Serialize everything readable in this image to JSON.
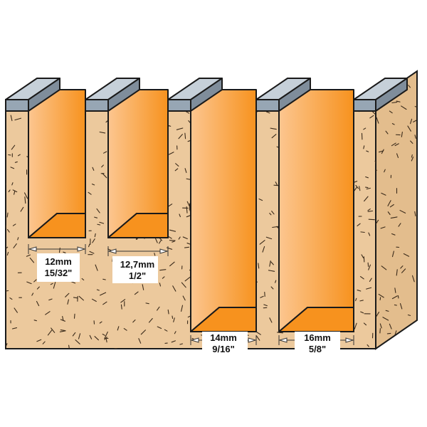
{
  "colors": {
    "wood": "#ecc99d",
    "wood_dark": "#d7ae7a",
    "speck": "#3a2a1a",
    "cap_front": "#97a6b4",
    "cap_top": "#c6d0d9",
    "cap_side": "#7f8d9b",
    "orange": "#f7921e",
    "orange_light": "#fcc690",
    "orange_dark": "#e57a10",
    "outline": "#1a1a1a",
    "label_bg": "#ffffff"
  },
  "dimensions": [
    {
      "metric": "12mm",
      "imperial": "15/32\""
    },
    {
      "metric": "12,7mm",
      "imperial": "1/2\""
    },
    {
      "metric": "14mm",
      "imperial": "9/16\""
    },
    {
      "metric": "16mm",
      "imperial": "5/8\""
    }
  ]
}
